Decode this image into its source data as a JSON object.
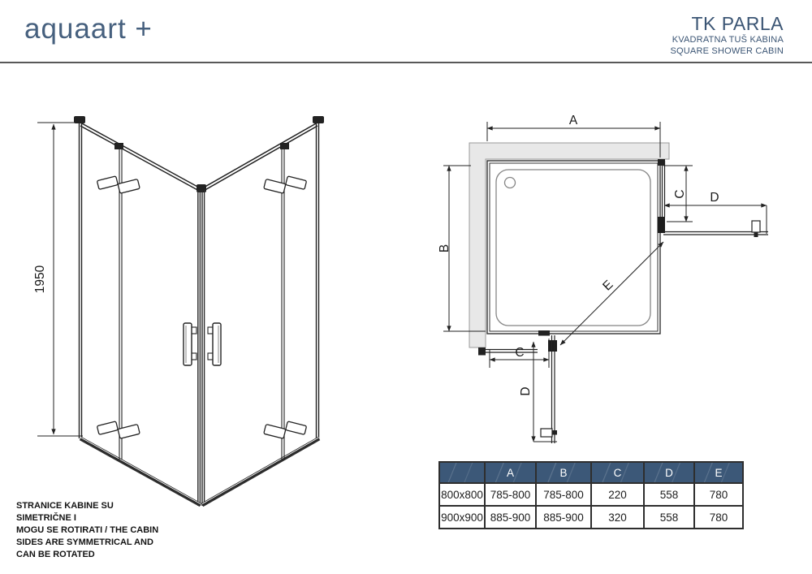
{
  "header": {
    "logo_text": "aquaart +",
    "product_code": "TK PARLA",
    "product_name_hr": "KVADRATNA TUŠ KABINA",
    "product_name_en": "SQUARE SHOWER CABIN"
  },
  "front_view": {
    "height_label": "1950"
  },
  "top_view": {
    "dim_a": "A",
    "dim_b": "B",
    "dim_c": "C",
    "dim_d": "D",
    "dim_e": "E"
  },
  "spec_table": {
    "columns": [
      "",
      "A",
      "B",
      "C",
      "D",
      "E"
    ],
    "rows": [
      [
        "800x800",
        "785-800",
        "785-800",
        "220",
        "558",
        "780"
      ],
      [
        "900x900",
        "885-900",
        "885-900",
        "320",
        "558",
        "780"
      ]
    ]
  },
  "note": {
    "line1": "STRANICE KABINE SU SIMETRIČNE I",
    "line2": "MOGU SE ROTIRATI / THE CABIN",
    "line3": "SIDES ARE SYMMETRICAL AND",
    "line4": "CAN BE ROTATED"
  },
  "colors": {
    "brand_blue": "#46607e",
    "table_header_blue": "#3c5878",
    "wall_gray": "#e8e8e8",
    "line_black": "#222222"
  }
}
